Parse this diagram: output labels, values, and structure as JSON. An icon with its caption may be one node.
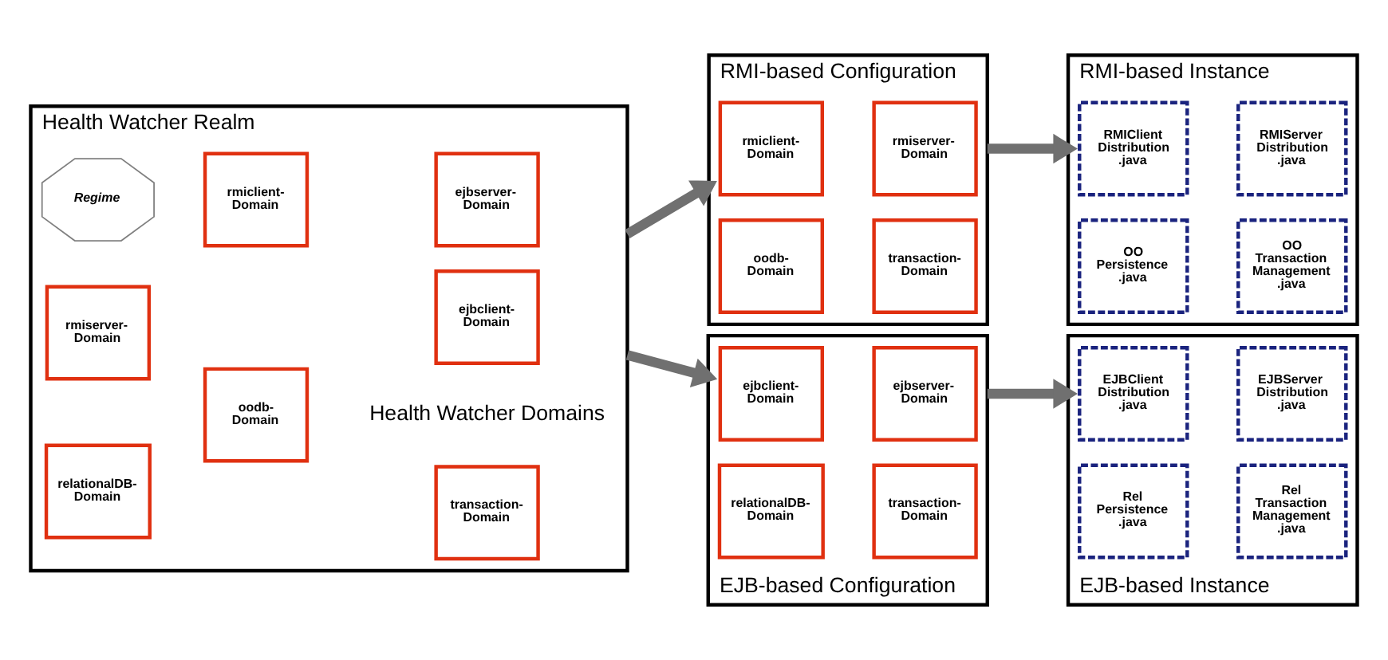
{
  "diagram": {
    "nodes": [
      {
        "text": [
          "Health Watcher Realm",
          "Health Watcher Domains"
        ]
      },
      {
        "text": [
          "Regime"
        ],
        "in": 0
      },
      {
        "text": [
          "rmiclient-Domain"
        ],
        "in": 0
      },
      {
        "text": [
          "ejbserver-Domain"
        ],
        "in": 0
      },
      {
        "text": [
          "rmiserver-Domain"
        ],
        "in": 0
      },
      {
        "text": [
          "ejbclient-Domain"
        ],
        "in": 0
      },
      {
        "text": [
          "oodb-Domain"
        ],
        "in": 0
      },
      {
        "text": [
          "relationalDB-Domain"
        ],
        "in": 0
      },
      {
        "text": [
          "transaction-Domain"
        ],
        "in": 0
      },
      {
        "text": [
          "RMI-based Configuration"
        ]
      },
      {
        "text": [
          "rmiclient-Domain"
        ],
        "in": 9
      },
      {
        "text": [
          "rmiserver-Domain"
        ],
        "in": 9
      },
      {
        "text": [
          "oodb-Domain"
        ],
        "in": 9
      },
      {
        "text": [
          "transaction-Domain"
        ],
        "in": 9
      },
      {
        "text": [
          "RMI-based Instance"
        ]
      },
      {
        "text": [
          "RMIClient Distribution .java"
        ],
        "in": 14
      },
      {
        "text": [
          "RMIServer Distribution .java"
        ],
        "in": 14
      },
      {
        "text": [
          "OO Persistence .java"
        ],
        "in": 14
      },
      {
        "text": [
          "OO Transaction Management .java"
        ],
        "in": 14
      },
      {
        "text": [
          "EJB-based Configuration"
        ]
      },
      {
        "text": [
          "ejbclient-Domain"
        ],
        "in": 19
      },
      {
        "text": [
          "ejbserver-Domain"
        ],
        "in": 19
      },
      {
        "text": [
          "relationalDB-Domain"
        ],
        "in": 19
      },
      {
        "text": [
          "transaction-Domain"
        ],
        "in": 19
      },
      {
        "text": [
          "EJB-based Instance"
        ]
      },
      {
        "text": [
          "EJBClient Distribution .java"
        ],
        "in": 24
      },
      {
        "text": [
          "EJBServer Distribution .java"
        ],
        "in": 24
      },
      {
        "text": [
          "Rel Persistence .java"
        ],
        "in": 24
      },
      {
        "text": [
          "Rel Transaction Management .java"
        ],
        "in": 24
      }
    ],
    "edges": [
      {
        "from": 0,
        "to": 9,
        "arrow": "to"
      },
      {
        "from": 9,
        "to": 14,
        "arrow": "to"
      },
      {
        "from": 0,
        "to": 19,
        "arrow": "to"
      },
      {
        "from": 19,
        "to": 24,
        "arrow": "to"
      }
    ]
  }
}
